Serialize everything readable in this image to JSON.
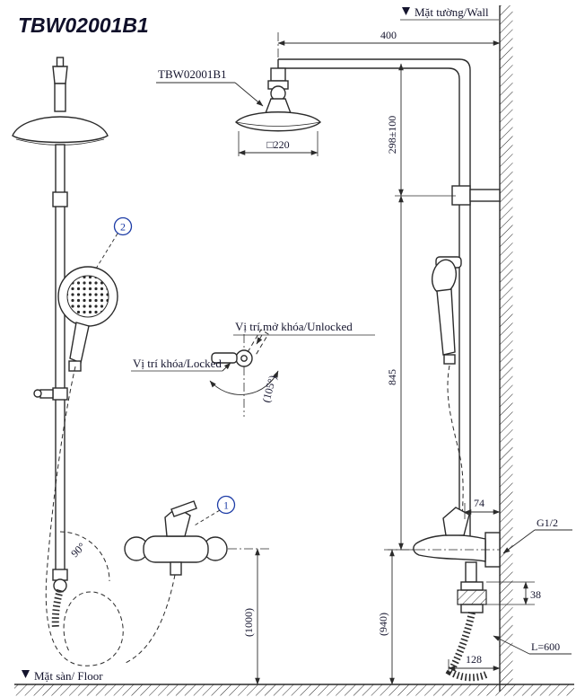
{
  "title": "TBW02001B1",
  "annotations": {
    "wall_label": "Mặt tường/Wall",
    "floor_label": "Mặt sàn/ Floor",
    "product_callout": "TBW02001B1",
    "unlocked_label": "Vị trí mở khóa/Unlocked",
    "locked_label": "Vị trí khóa/Locked",
    "rotation_angle": "(105°)",
    "swivel_angle": "90°",
    "callout_1": "1",
    "callout_2": "2",
    "thread_label": "G1/2",
    "hose_length_label": "L=600"
  },
  "dimensions": {
    "arm_offset": "400",
    "head_size": "□220",
    "height_adjustable": "298±100",
    "slide_bar": "845",
    "wall_to_pipe": "74",
    "outlet_drop": "38",
    "mixer_height_side": "(940)",
    "mixer_height_front": "(1000)",
    "hose_offset": "128"
  },
  "colors": {
    "line": "#2b2b2b",
    "text": "#14142d",
    "callout_blue": "#1d3ca6",
    "background": "#ffffff"
  }
}
